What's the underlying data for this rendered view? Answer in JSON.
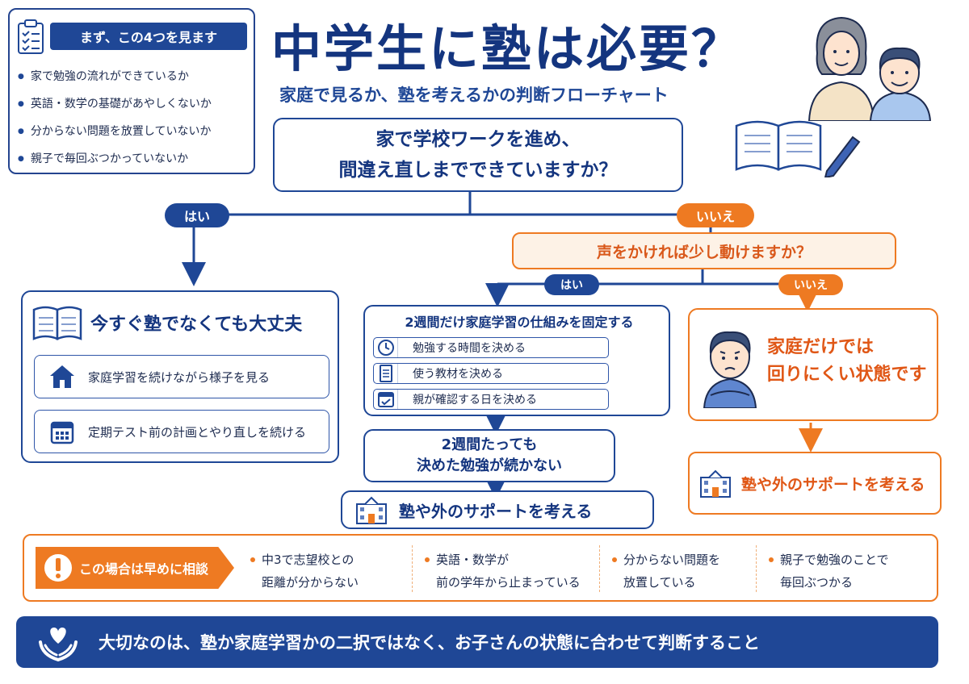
{
  "checklist": {
    "title": "まず、この4つを見ます",
    "items": [
      "家で勉強の流れができているか",
      "英語・数学の基礎があやしくないか",
      "分からない問題を放置していないか",
      "親子で毎回ぶつかっていないか"
    ]
  },
  "header": {
    "title": "中学生に塾は必要？",
    "subtitle": "家庭で見るか、塾を考えるかの判断フローチャート"
  },
  "question1": {
    "line1": "家で学校ワークを進め、",
    "line2": "間違え直しまでできていますか？"
  },
  "yes_label": "はい",
  "no_label": "いいえ",
  "question2": "声をかければ少し動けますか？",
  "yes_result": {
    "title": "今すぐ塾でなくても大丈夫",
    "items": [
      {
        "icon": "house-icon",
        "text": "家庭学習を続けながら様子を見る"
      },
      {
        "icon": "calendar-icon",
        "text": "定期テスト前の計画とやり直しを続ける"
      }
    ]
  },
  "plan": {
    "title": "2週間だけ家庭学習の仕組みを固定する",
    "steps": [
      {
        "icon": "clock-icon",
        "text": "勉強する時間を決める"
      },
      {
        "icon": "document-icon",
        "text": "使う教材を決める"
      },
      {
        "icon": "calendar-check-icon",
        "text": "親が確認する日を決める"
      }
    ]
  },
  "two_weeks": {
    "line1": "2週間たっても",
    "line2": "決めた勉強が続かない"
  },
  "support_label": "塾や外のサポートを考える",
  "no_result": {
    "line1": "家庭だけでは",
    "line2": "回りにくい状態です"
  },
  "consult": {
    "label": "この場合は早めに相談",
    "conditions": [
      {
        "line1": "中3で志望校との",
        "line2": "距離が分からない"
      },
      {
        "line1": "英語・数学が",
        "line2": "前の学年から止まっている"
      },
      {
        "line1": "分からない問題を",
        "line2": "放置している"
      },
      {
        "line1": "親子で勉強のことで",
        "line2": "毎回ぶつかる"
      }
    ]
  },
  "footer": "大切なのは、塾か家庭学習かの二択ではなく、お子さんの状態に合わせて判断すること",
  "colors": {
    "navy": "#1f4796",
    "orange": "#ee7a22",
    "orange_text": "#e05716",
    "light_orange": "#fdf2e6"
  }
}
